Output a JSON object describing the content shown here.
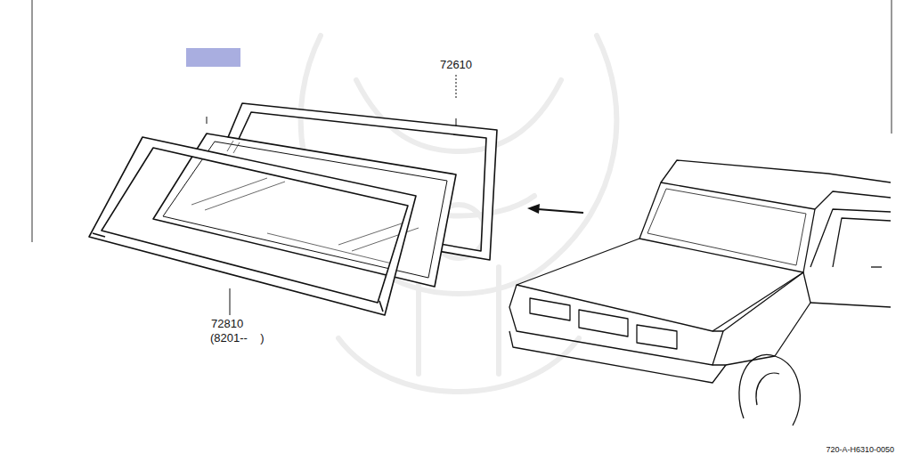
{
  "diagram": {
    "labels": [
      "72610",
      "72810",
      "(8201--    )",
      "720-A-H6310-0050"
    ]
  }
}
